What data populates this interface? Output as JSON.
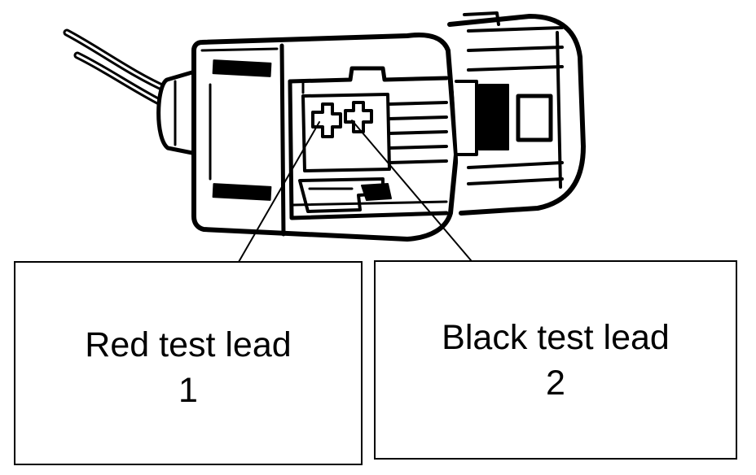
{
  "labels": [
    {
      "id": "red",
      "title": "Red test lead",
      "number": "1"
    },
    {
      "id": "black",
      "title": "Black test lead",
      "number": "2"
    }
  ],
  "colors": {
    "ink": "#000000",
    "paper": "#ffffff"
  }
}
